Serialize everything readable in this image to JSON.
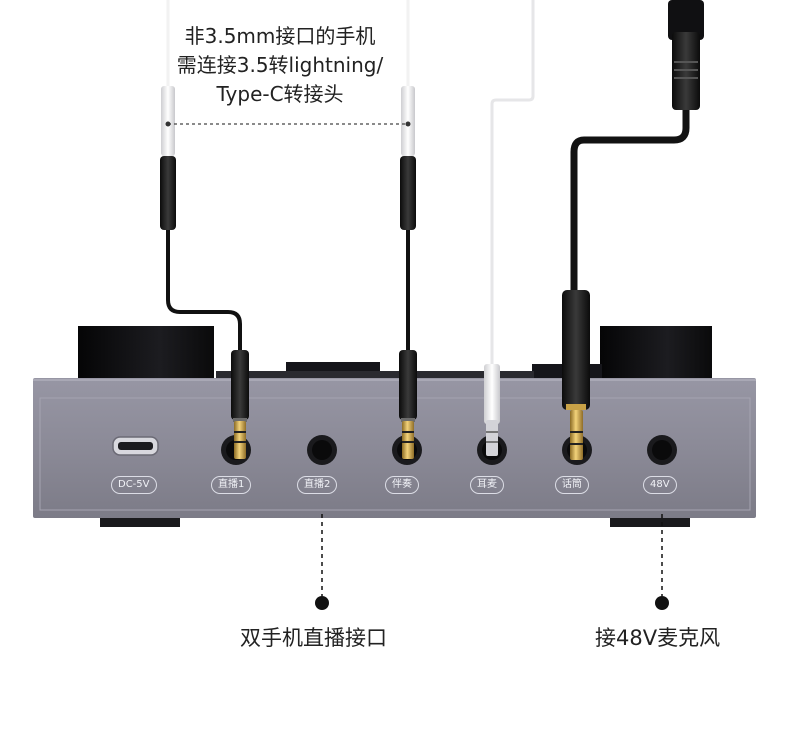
{
  "top_caption": {
    "line1": "非3.5mm接口的手机",
    "line2": "需连接3.5转lightning/",
    "line3": "Type-C转接头"
  },
  "ports": {
    "dc": "DC-5V",
    "live1": "直播1",
    "live2": "直播2",
    "accompany": "伴奏",
    "headset": "耳麦",
    "mic": "话筒",
    "phantom": "48V"
  },
  "callouts": {
    "dual_phone": "双手机直播接口",
    "mic_48v": "接48V麦克风"
  },
  "colors": {
    "panel": "#8d8c99",
    "panel_dark": "#75747f",
    "knob_black": "#101012",
    "cable_black": "#151515",
    "cable_white": "#f3f3f3",
    "gold": "#c9a247"
  }
}
